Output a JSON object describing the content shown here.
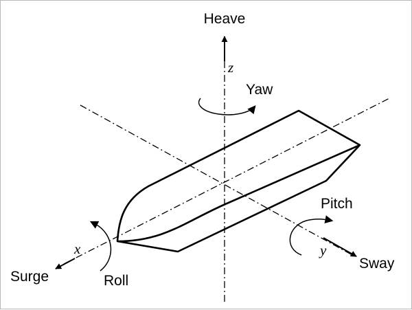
{
  "motions": {
    "heave": "Heave",
    "yaw": "Yaw",
    "pitch": "Pitch",
    "sway": "Sway",
    "surge": "Surge",
    "roll": "Roll"
  },
  "axes": {
    "x": "x",
    "y": "y",
    "z": "z"
  }
}
